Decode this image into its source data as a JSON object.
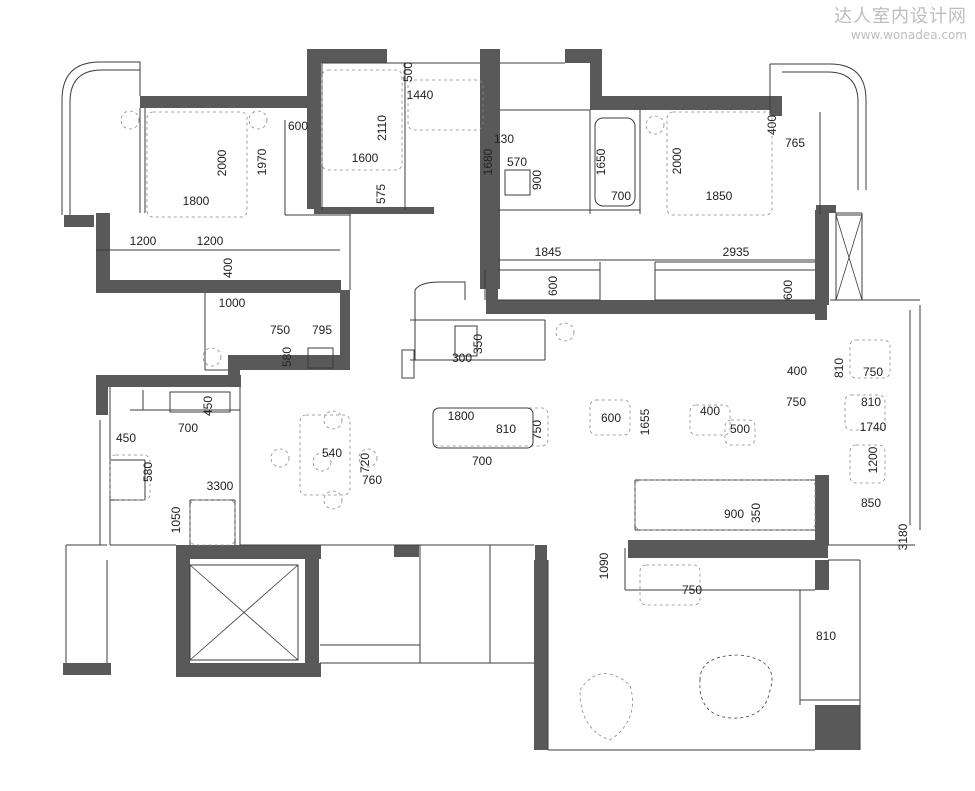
{
  "watermark": {
    "title": "达人室内设计网",
    "url": "www.wonadea.com"
  },
  "colors": {
    "wall": "#595959",
    "line": "#3c3c3c",
    "dash": "#8a8a8a",
    "text": "#222222"
  },
  "dimensions": [
    "1440",
    "500",
    "2110",
    "1600",
    "575",
    "600",
    "1970",
    "2000",
    "1800",
    "1200",
    "1200",
    "400",
    "130",
    "1680",
    "570",
    "900",
    "1650",
    "700",
    "2000",
    "1850",
    "400",
    "765",
    "1845",
    "600",
    "2935",
    "600",
    "1000",
    "750",
    "795",
    "580",
    "350",
    "300",
    "400",
    "810",
    "750",
    "600",
    "1655",
    "450",
    "450",
    "700",
    "1800",
    "810",
    "750",
    "700",
    "400",
    "500",
    "750",
    "810",
    "1740",
    "1200",
    "580",
    "540",
    "720",
    "760",
    "3300",
    "1050",
    "900",
    "350",
    "850",
    "3180",
    "1090",
    "750",
    "810"
  ]
}
